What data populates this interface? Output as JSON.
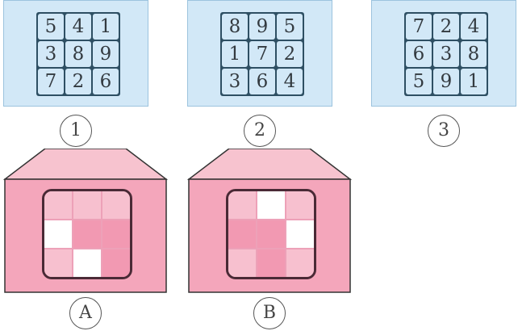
{
  "cards": [
    {
      "label": "1",
      "numbers": [
        [
          "5",
          "4",
          "1"
        ],
        [
          "3",
          "8",
          "9"
        ],
        [
          "7",
          "2",
          "6"
        ]
      ]
    },
    {
      "label": "2",
      "numbers": [
        [
          "8",
          "9",
          "5"
        ],
        [
          "1",
          "7",
          "2"
        ],
        [
          "3",
          "6",
          "4"
        ]
      ]
    },
    {
      "label": "3",
      "numbers": [
        [
          "7",
          "2",
          "4"
        ],
        [
          "6",
          "3",
          "8"
        ],
        [
          "5",
          "9",
          "1"
        ]
      ]
    }
  ],
  "houses": [
    {
      "label": "A",
      "window_cells": [
        "light",
        "light",
        "light",
        "white",
        "pink",
        "pink",
        "light",
        "white",
        "pink"
      ]
    },
    {
      "label": "B",
      "window_cells": [
        "light",
        "white",
        "light",
        "pink",
        "pink",
        "white",
        "light",
        "pink",
        "light"
      ]
    }
  ],
  "colors": {
    "card_bg": "#d2e8f7",
    "grid_line": "#2e4f63",
    "house_pink": "#f4a6bb",
    "house_roof": "#f7c3cf",
    "window_frame": "#4a2a36"
  }
}
